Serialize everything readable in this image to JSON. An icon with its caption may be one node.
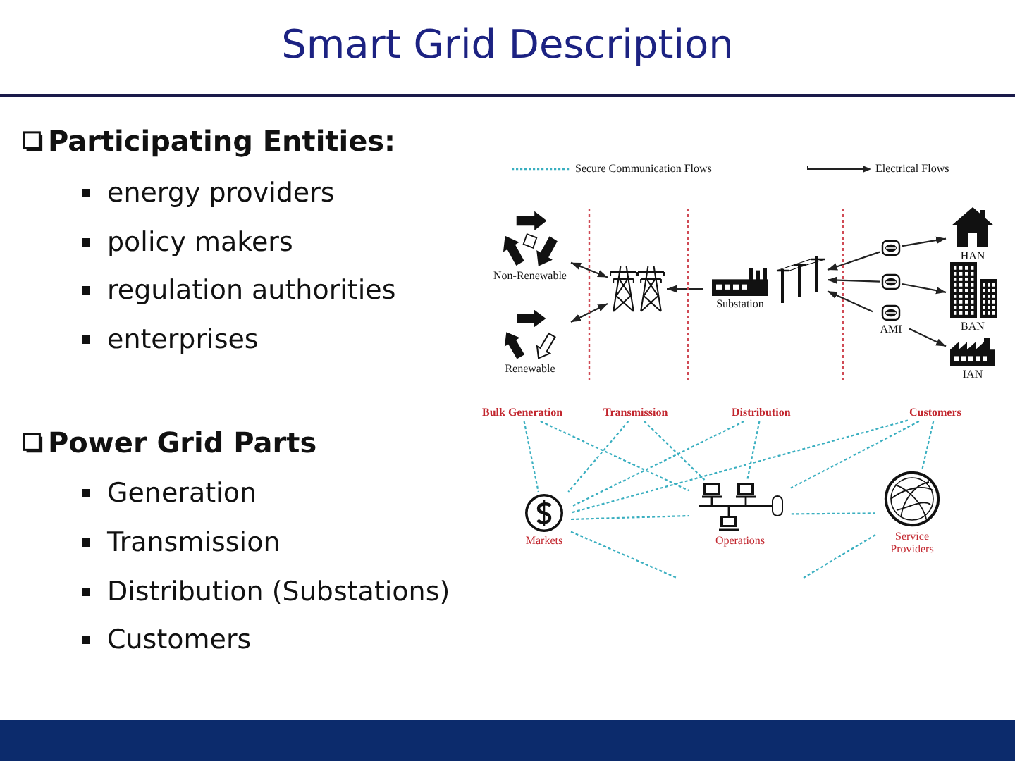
{
  "diagram": {
    "title": "Smart Grid Description",
    "nodes": [
      {
        "text": [
          "Non-Renewable"
        ]
      },
      {
        "text": [
          "Renewable"
        ]
      },
      {
        "text": [],
        "shape": "picture"
      },
      {
        "text": [
          "Substation"
        ]
      },
      {
        "text": [],
        "shape": "picture"
      },
      {
        "text": [],
        "shape": "picture"
      },
      {
        "text": [],
        "shape": "picture"
      },
      {
        "text": [
          "AMI"
        ]
      },
      {
        "text": [
          "HAN"
        ]
      },
      {
        "text": [
          "BAN"
        ]
      },
      {
        "text": [
          "IAN"
        ]
      },
      {
        "text": [
          "Bulk Generation"
        ]
      },
      {
        "text": [
          "Transmission"
        ]
      },
      {
        "text": [
          "Distribution"
        ]
      },
      {
        "text": [
          "Customers"
        ]
      },
      {
        "text": [
          "Markets"
        ]
      },
      {
        "text": [
          "Operations"
        ]
      },
      {
        "text": [
          "Service Providers"
        ]
      }
    ],
    "edges": [
      {
        "from": 0,
        "to": 2,
        "arrow": "both",
        "color": "#222222"
      },
      {
        "from": 1,
        "to": 2,
        "arrow": "both",
        "color": "#222222"
      },
      {
        "from": 3,
        "to": 2,
        "arrow": "to",
        "color": "#222222"
      },
      {
        "from": 5,
        "to": 4,
        "arrow": "to",
        "color": "#222222"
      },
      {
        "from": 5,
        "to": 8,
        "arrow": "to",
        "color": "#222222"
      },
      {
        "from": 6,
        "to": 4,
        "arrow": "to",
        "color": "#222222"
      },
      {
        "from": 6,
        "to": 9,
        "arrow": "to",
        "color": "#222222"
      },
      {
        "from": 7,
        "to": 4,
        "arrow": "to",
        "color": "#222222"
      },
      {
        "from": 7,
        "to": 10,
        "arrow": "to",
        "color": "#222222"
      },
      {
        "from": 11,
        "to": 15,
        "arrow": "none",
        "style": "dashed"
      },
      {
        "from": 11,
        "to": 16,
        "arrow": "none",
        "style": "dashed"
      },
      {
        "from": 12,
        "to": 15,
        "arrow": "none",
        "style": "dashed"
      },
      {
        "from": 12,
        "to": 16,
        "arrow": "none",
        "style": "dashed"
      },
      {
        "from": 13,
        "to": 15,
        "arrow": "none",
        "style": "dashed"
      },
      {
        "from": 13,
        "to": 16,
        "arrow": "none",
        "style": "dashed"
      },
      {
        "from": 14,
        "to": 15,
        "arrow": "none",
        "style": "dashed"
      },
      {
        "from": 14,
        "to": 16,
        "arrow": "none",
        "style": "dashed"
      },
      {
        "from": 14,
        "to": 17,
        "arrow": "none",
        "style": "dashed"
      },
      {
        "from": 15,
        "to": 16,
        "arrow": "none",
        "style": "dashed"
      },
      {
        "from": 17,
        "to": 16,
        "arrow": "none",
        "style": "dashed"
      },
      {
        "from": 15,
        "to": null,
        "arrow": "none",
        "style": "dashed"
      },
      {
        "from": 17,
        "to": null,
        "arrow": "none",
        "style": "dashed"
      }
    ],
    "labels": [
      "Participating Entities:",
      "energy providers",
      "policy makers",
      "regulation authorities",
      "enterprises",
      "Power Grid Parts",
      "Generation",
      "Transmission",
      "Distribution (Substations)",
      "Customers"
    ],
    "legend": [
      {
        "text": "Secure Communication Flows"
      },
      {
        "text": "Electrical Flows"
      }
    ]
  }
}
